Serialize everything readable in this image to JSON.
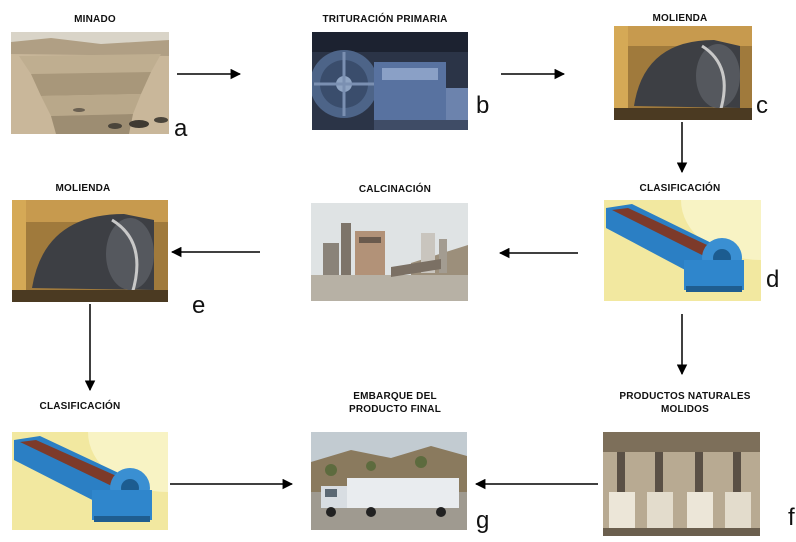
{
  "steps": [
    {
      "id": "minado",
      "title": "MINADO",
      "tag": "a",
      "image": "open-pit-mine-photo"
    },
    {
      "id": "trituracion",
      "title": "TRITURACIÓN PRIMARIA",
      "tag": "b",
      "image": "jaw-crusher-photo"
    },
    {
      "id": "molienda1",
      "title": "MOLIENDA",
      "tag": "c",
      "image": "ball-mill-photo"
    },
    {
      "id": "clasificacion1",
      "title": "CLASIFICACIÓN",
      "tag": "d",
      "image": "spiral-classifier-photo"
    },
    {
      "id": "calcinacion",
      "title": "CALCINACIÓN",
      "tag": "",
      "image": "calcination-plant-photo"
    },
    {
      "id": "molienda2",
      "title": "MOLIENDA",
      "tag": "e",
      "image": "ball-mill-photo"
    },
    {
      "id": "clasificacion2",
      "title": "CLASIFICACIÓN",
      "tag": "",
      "image": "spiral-classifier-photo"
    },
    {
      "id": "embarque",
      "title_line1": "EMBARQUE DEL",
      "title_line2": "PRODUCTO FINAL",
      "tag": "g",
      "image": "truck-photo"
    },
    {
      "id": "productos",
      "title_line1": "PRODUCTOS NATURALES",
      "title_line2": "MOLIDOS",
      "tag": "f",
      "image": "bagging-plant-photo"
    }
  ],
  "flow": [
    {
      "from": "minado",
      "to": "trituracion"
    },
    {
      "from": "trituracion",
      "to": "molienda1"
    },
    {
      "from": "molienda1",
      "to": "clasificacion1"
    },
    {
      "from": "clasificacion1",
      "to": "calcinacion"
    },
    {
      "from": "calcinacion",
      "to": "molienda2"
    },
    {
      "from": "molienda2",
      "to": "clasificacion2"
    },
    {
      "from": "clasificacion2",
      "to": "embarque"
    },
    {
      "from": "clasificacion1",
      "to": "productos"
    },
    {
      "from": "productos",
      "to": "embarque"
    }
  ]
}
